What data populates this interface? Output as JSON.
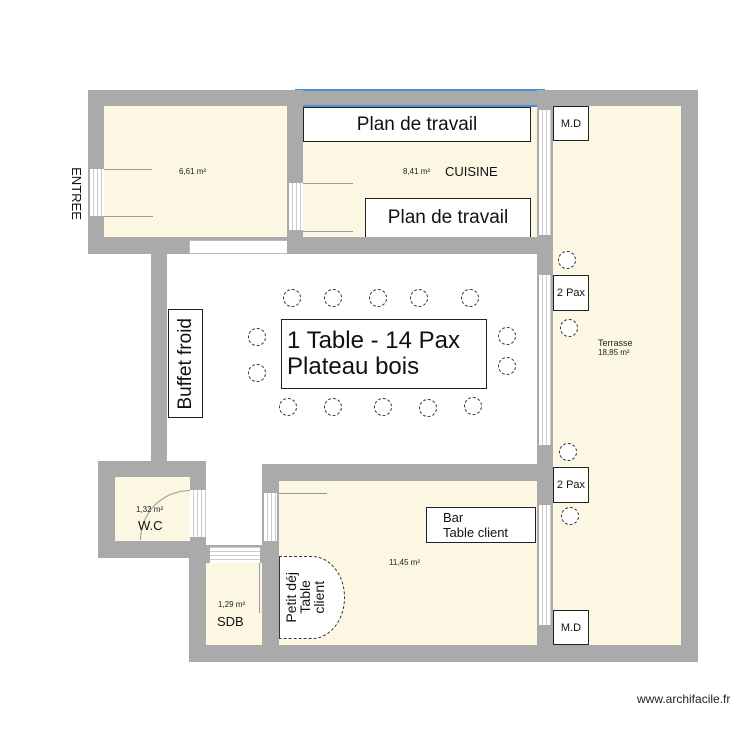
{
  "plan": {
    "entrance_label": "ENTREE",
    "watermark": "www.archifacile.fr",
    "rooms": [
      {
        "name": "",
        "area": "6,61 m²"
      },
      {
        "name": "CUISINE",
        "area": "8,41 m²"
      },
      {
        "name": "Terrasse",
        "area": "18,85 m²"
      },
      {
        "name": "W.C",
        "area": "1,32 m²"
      },
      {
        "name": "SDB",
        "area": "1,29 m²"
      },
      {
        "name": "",
        "area": "11,45 m²"
      }
    ],
    "furniture": {
      "plan_travail_top": "Plan de travail",
      "plan_travail_bottom": "Plan de travail",
      "md_top": "M.D",
      "md_bottom": "M.D",
      "pax_top": "2 Pax",
      "pax_bottom": "2 Pax",
      "buffet": "Buffet froid",
      "table_line1": "1 Table - 14 Pax",
      "table_line2": "Plateau  bois",
      "bar_line1": "Bar",
      "bar_line2": "Table client",
      "petit_dej_line1": "Petit déj",
      "petit_dej_line2": "Table",
      "petit_dej_line3": "client"
    },
    "colors": {
      "wall": "#aaaaaa",
      "room_fill": "#fcf7e3",
      "window_accent": "#4a90d9"
    }
  }
}
